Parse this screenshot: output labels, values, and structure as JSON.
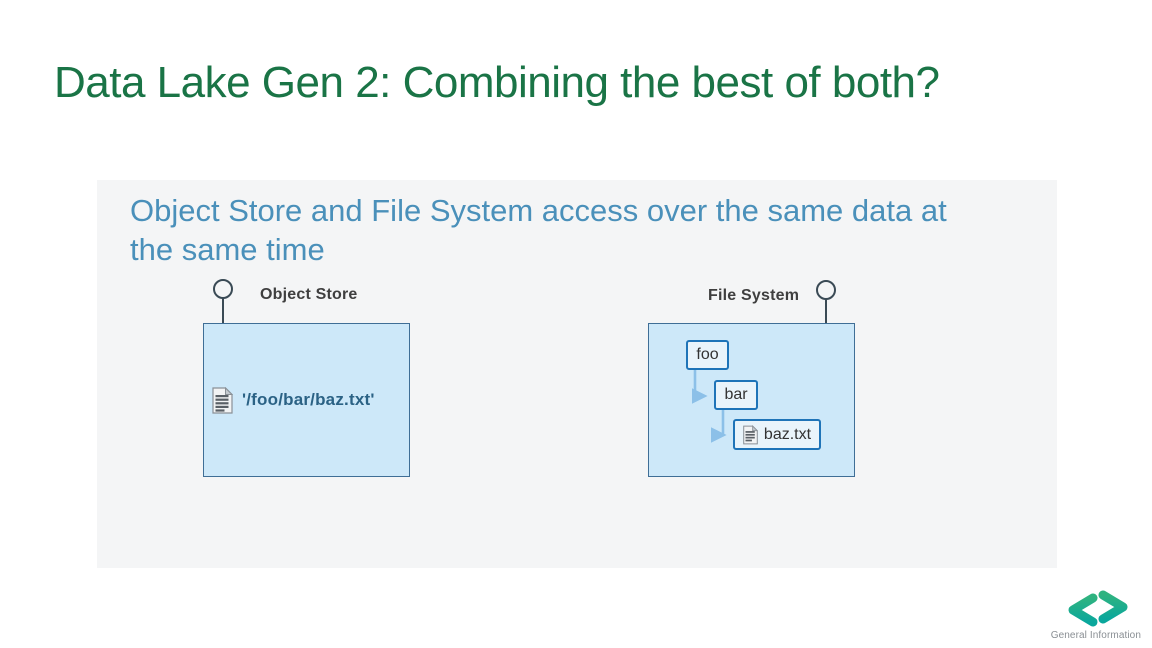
{
  "slide": {
    "title": "Data Lake Gen 2: Combining the best of both?",
    "footer_label": "General Information"
  },
  "image": {
    "heading_line1": "Object Store and File System access over the same data at",
    "heading_line2": "the same time",
    "object_store": {
      "label": "Object Store",
      "icon": "document-icon",
      "file_path": "'/foo/bar/baz.txt'"
    },
    "file_system": {
      "label": "File System",
      "folder1": "foo",
      "folder2": "bar",
      "file": "baz.txt",
      "file_icon": "document-icon"
    }
  },
  "colors": {
    "title_green": "#1a7446",
    "heading_blue": "#4a90ba",
    "image_background": "#f4f5f6",
    "box_fill": "#cde8f9",
    "box_border": "#3f6e96",
    "node_fill": "#e9f4fb",
    "node_border": "#1f74b8",
    "arrow_blue": "#8cc0e8",
    "path_text_blue": "#2b6285",
    "label_gray": "#3f3f3f",
    "pin_slate": "#3a4a55",
    "logo_green": "#2fb380",
    "logo_teal": "#0aa79c",
    "footer_gray": "#8a8f94"
  }
}
